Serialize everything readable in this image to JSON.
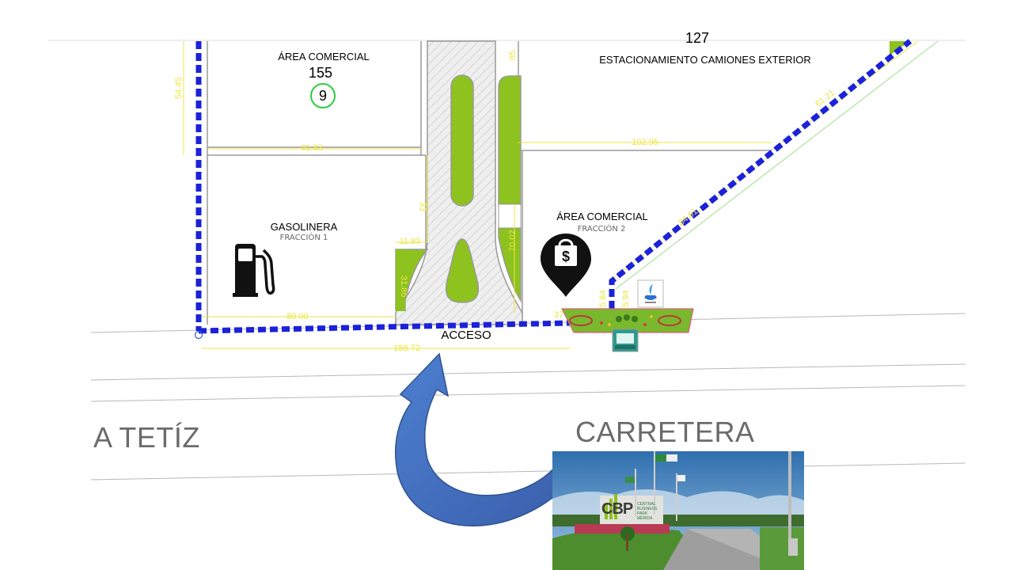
{
  "labels": {
    "area_comercial_top": "ÁREA COMERCIAL",
    "lot_number_top": "155",
    "badge_number": "9",
    "estacionamiento_number": "127",
    "estacionamiento": "ESTACIONAMIENTO CAMIONES EXTERIOR",
    "gasolinera": "GASOLINERA",
    "fraccion_1": "FRACCIÓN 1",
    "area_comercial_right": "ÁREA COMERCIAL",
    "fraccion_2": "FRACCIÓN 2",
    "acceso": "ACCESO",
    "road_left": "A TETÍZ",
    "road_right": "CARRETERA",
    "cbp_logo": "CBP",
    "cbp_subtitle": "CENTRAL BUSINESS PARK MÉRIDA"
  },
  "dimensions": {
    "d_54_45": "54.45",
    "d_85": "85.",
    "d_91_83": "91.83",
    "d_102_95": "102.95",
    "d_61_21": "61.21",
    "d_33": "33",
    "d_11_83": "11.83",
    "d_70_02": "70.02",
    "d_84_91": "84.91",
    "d_31_86": "31.86",
    "d_80_00": "80.00",
    "d_37": "37",
    "d_5_84": "5.84",
    "d_5_94": "5.94",
    "d_188_72": "188.72"
  },
  "icons": [
    "fuel-pump-icon",
    "shopping-bag-location-icon",
    "water-fountain-icon",
    "kiosk-icon",
    "curved-arrow-icon"
  ],
  "colors": {
    "boundary": "#1b22d9",
    "dimension": "#ece640",
    "green_median": "#8dc21f",
    "arrow": "#4472c4",
    "road_line": "#b8b8b8"
  }
}
